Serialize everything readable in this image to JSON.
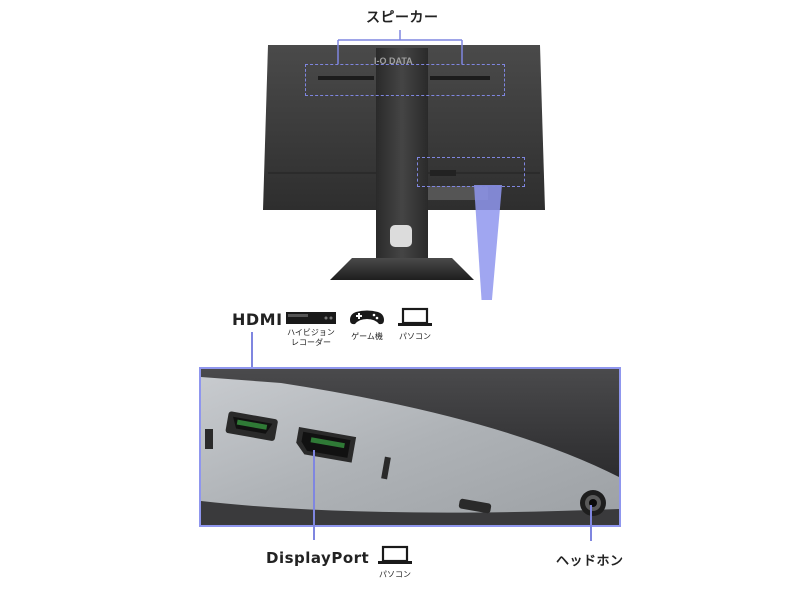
{
  "labels": {
    "speaker": "スピーカー",
    "hdmi": "HDMI",
    "displayport": "DisplayPort",
    "headphone": "ヘッドホン"
  },
  "hdmi_devices": [
    {
      "icon": "recorder-icon",
      "label": "ハイビジョン\nレコーダー"
    },
    {
      "icon": "gamepad-icon",
      "label": "ゲーム機"
    },
    {
      "icon": "laptop-icon",
      "label": "パソコン"
    }
  ],
  "dp_devices": [
    {
      "icon": "laptop-icon",
      "label": "パソコン"
    }
  ],
  "brand_mark": "I-O DATA",
  "colors": {
    "accent": "#7f86e0",
    "monitor_body": "#3a3a3a",
    "panel_metal": "#b8bcc0"
  }
}
